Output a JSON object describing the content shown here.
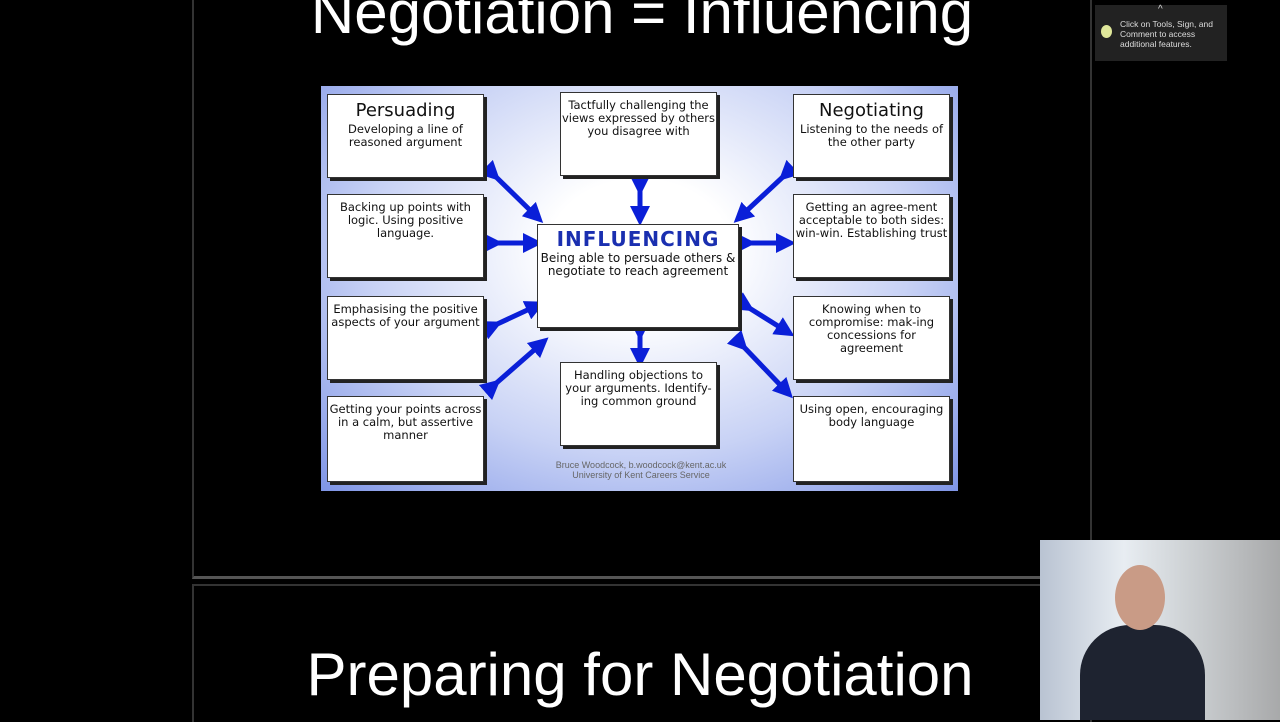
{
  "slides": {
    "top_title": "Negotiation = Influencing",
    "bottom_title": "Preparing for Negotiation"
  },
  "tooltip": {
    "icon": "lightbulb-icon",
    "text": "Click on Tools, Sign, and Comment to access additional features."
  },
  "diagram": {
    "center": {
      "title": "INFLUENCING",
      "text": "Being able to persuade others & negotiate to reach agreement"
    },
    "left": [
      {
        "title": "Persuading",
        "text": "Developing a line of reasoned argument"
      },
      {
        "text": "Backing up points with logic. Using positive language."
      },
      {
        "text": "Emphasising the positive aspects of your argument"
      },
      {
        "text": "Getting your points across in a calm, but assertive manner"
      }
    ],
    "right": [
      {
        "title": "Negotiating",
        "text": "Listening to the needs of the other party"
      },
      {
        "text": "Getting an agree-ment acceptable to both sides: win-win. Establishing trust"
      },
      {
        "text": "Knowing when to compromise: mak-ing concessions for agreement"
      },
      {
        "text": "Using open, encouraging body language"
      }
    ],
    "top": {
      "text": "Tactfully challenging the views expressed by others you disagree with"
    },
    "bottom": {
      "text": "Handling objections to your arguments. Identify-ing common ground"
    },
    "credit_line1": "Bruce Woodcock, b.woodcock@kent.ac.uk",
    "credit_line2": "University of Kent Careers Service",
    "arrow_color": "#0a1fd8"
  }
}
